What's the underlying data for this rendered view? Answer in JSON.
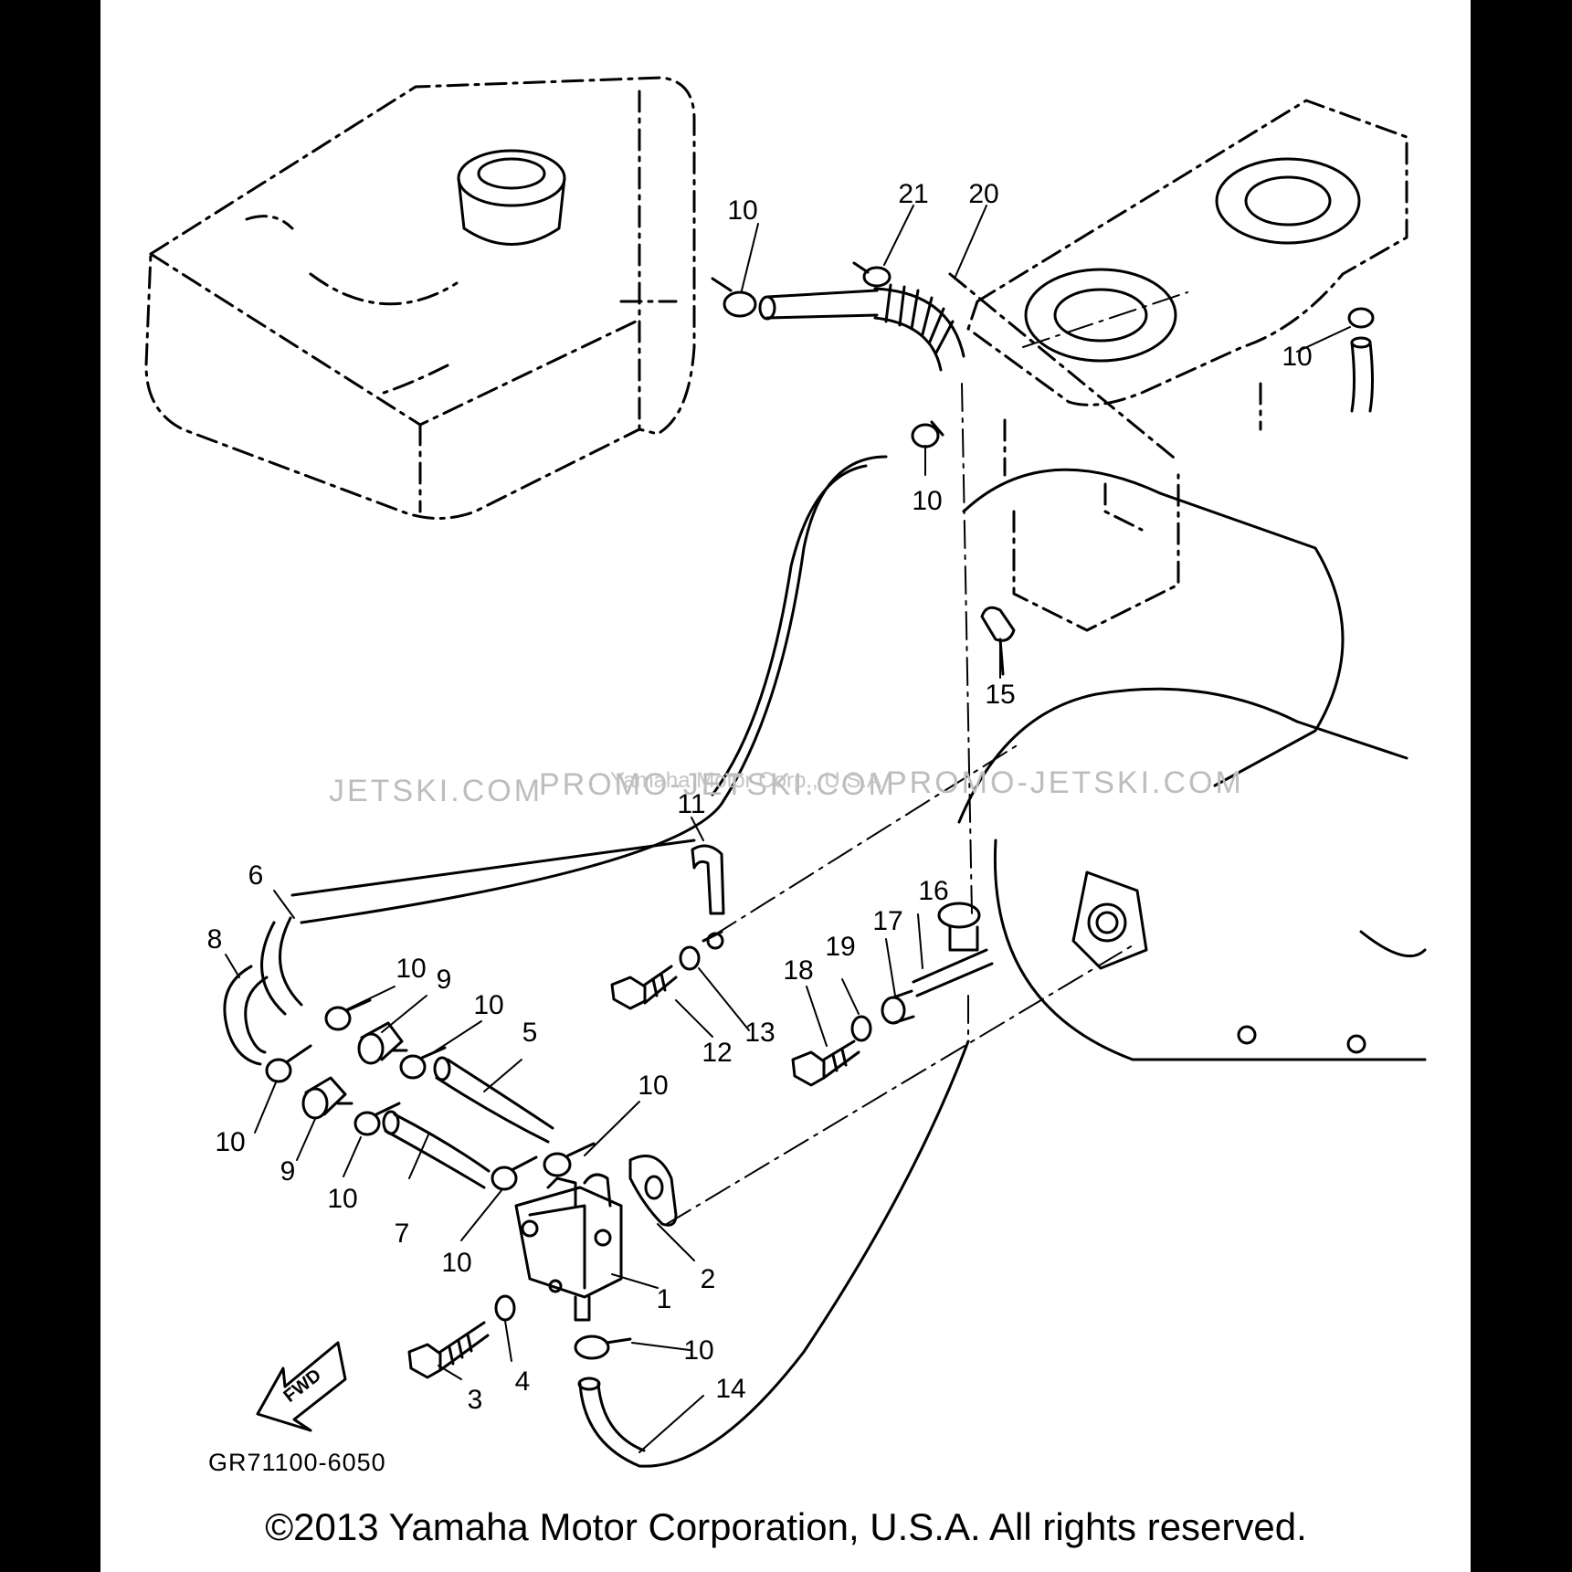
{
  "diagram": {
    "reference_code": "GR71100-6050",
    "direction_badge": "FWD",
    "watermark_left": "JETSKI.COM",
    "watermark_right": "PROMO-JETSKI.COM",
    "watermark_small": "Yamaha Motor Corp., U.S.A.",
    "callouts": {
      "c1": "1",
      "c2": "2",
      "c3": "3",
      "c4": "4",
      "c5": "5",
      "c6": "6",
      "c7": "7",
      "c8": "8",
      "c9a": "9",
      "c9b": "9",
      "c10a": "10",
      "c10b": "10",
      "c10c": "10",
      "c10d": "10",
      "c10e": "10",
      "c10f": "10",
      "c10g": "10",
      "c10h": "10",
      "c10i": "10",
      "c10j": "10",
      "c11": "11",
      "c12": "12",
      "c13": "13",
      "c14": "14",
      "c15": "15",
      "c16": "16",
      "c17": "17",
      "c18": "18",
      "c19": "19",
      "c20": "20",
      "c21": "21"
    }
  },
  "footer": {
    "copyright": "©2013 Yamaha Motor Corporation, U.S.A. All rights reserved."
  }
}
